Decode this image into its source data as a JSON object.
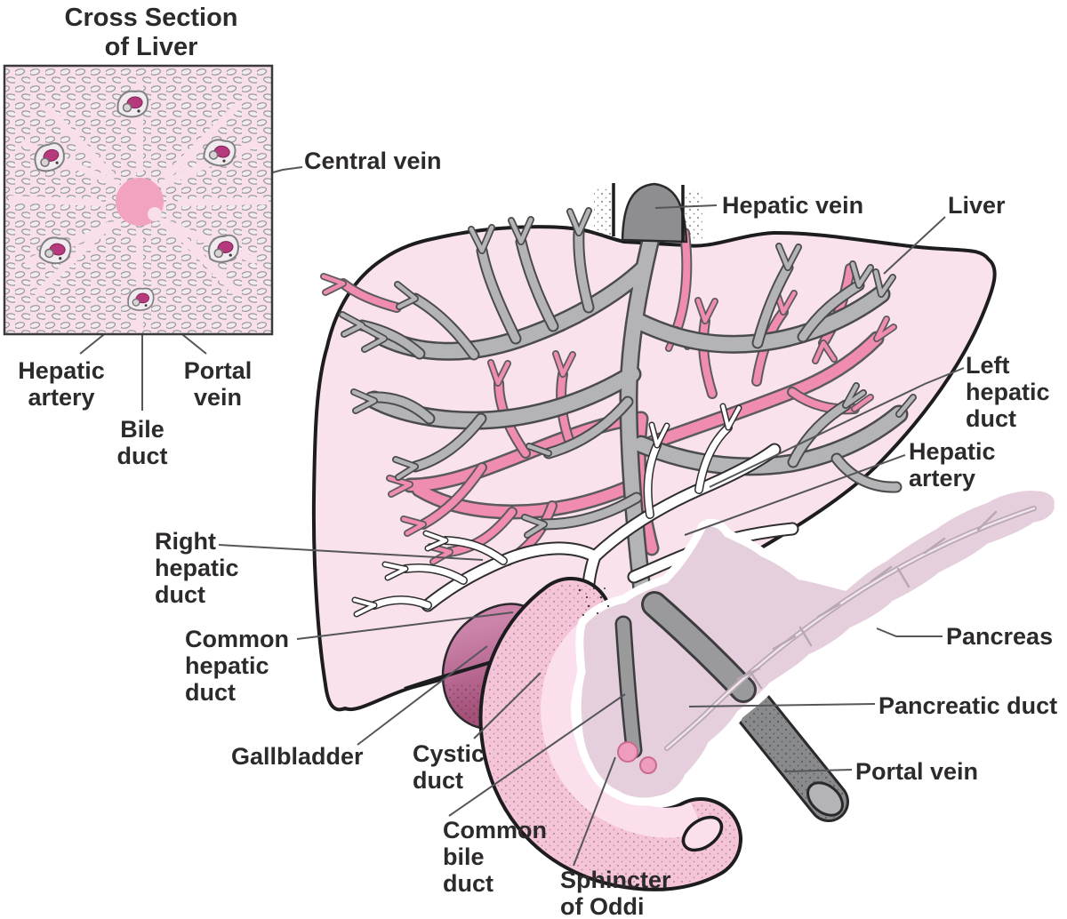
{
  "title": "Cross Section\nof Liver",
  "inset": {
    "labels": {
      "central_vein": "Central vein",
      "hepatic_artery": "Hepatic\nartery",
      "bile_duct": "Bile\nduct",
      "portal_vein": "Portal\nvein"
    }
  },
  "main": {
    "labels": {
      "hepatic_vein": "Hepatic vein",
      "liver": "Liver",
      "left_hepatic_duct": "Left\nhepatic\nduct",
      "hepatic_artery": "Hepatic\nartery",
      "right_hepatic_duct": "Right\nhepatic\nduct",
      "common_hepatic_duct": "Common\nhepatic\nduct",
      "gallbladder": "Gallbladder",
      "cystic_duct": "Cystic\nduct",
      "common_bile_duct": "Common\nbile\nduct",
      "sphincter_of_oddi": "Sphincter\nof Oddi",
      "pancreas": "Pancreas",
      "pancreatic_duct": "Pancreatic duct",
      "portal_vein": "Portal vein"
    }
  },
  "colors": {
    "background": "#ffffff",
    "label_text": "#2d2a2b",
    "leader_line": "#55565a",
    "outline_black": "#1d1d1f",
    "liver": "#f9e2ec",
    "inset_bg": "#f8dfe9",
    "cell_fill": "#f3ebef",
    "cell_stroke": "#96979a",
    "central_vein_pink": "#f3a3c2",
    "portal_triad_magenta": "#b6387d",
    "vein_gray": "#b4b4b6",
    "vessel_pink": "#f08cb0",
    "duct_white": "#ffffff",
    "hepatic_vein_dark": "#8e8e90",
    "gallbladder_light": "#cc84ab",
    "gallbladder_dark": "#a45079",
    "duodenum_outer": "#f5c4d8",
    "duodenum_inner": "#fbdfec",
    "pancreas": "#e5cfdc",
    "portal_vein_tube": "#898a8c",
    "behind_duct_gray": "#9a9a9c",
    "sphincter_pink": "#ef9dbd"
  }
}
